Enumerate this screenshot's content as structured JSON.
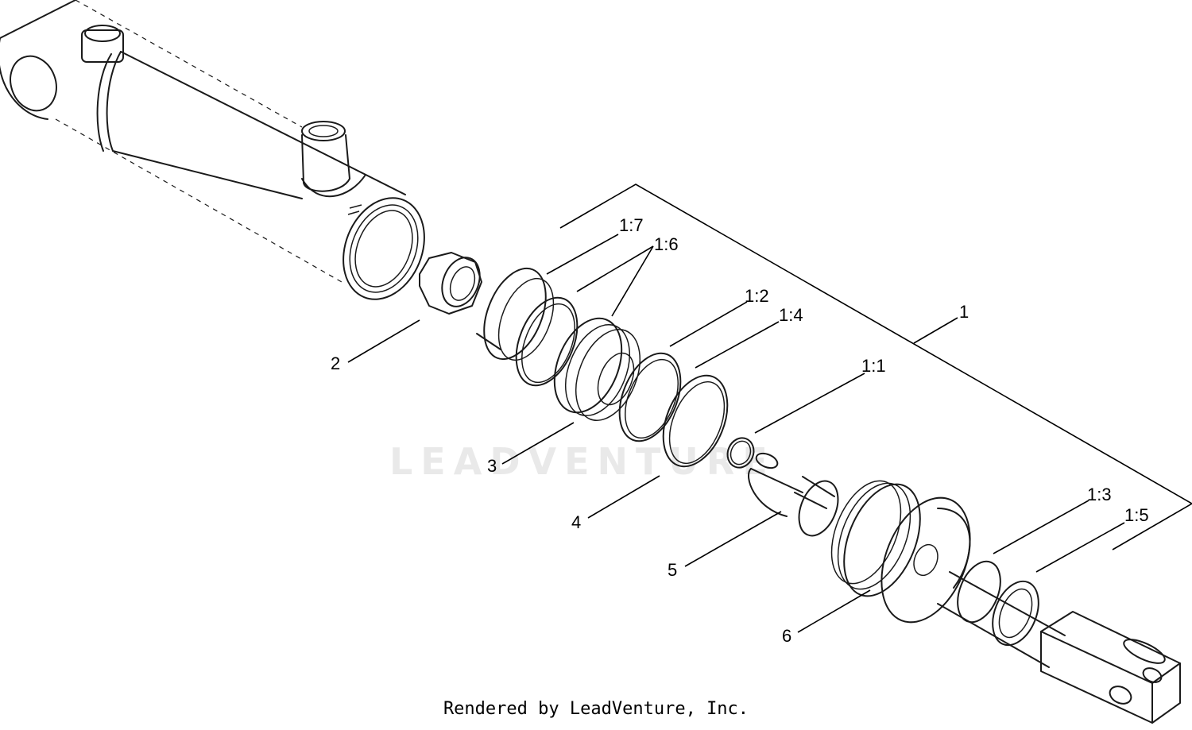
{
  "callouts": [
    {
      "id": "1",
      "label": "1"
    },
    {
      "id": "1-1",
      "label": "1:1"
    },
    {
      "id": "1-2",
      "label": "1:2"
    },
    {
      "id": "1-3",
      "label": "1:3"
    },
    {
      "id": "1-4",
      "label": "1:4"
    },
    {
      "id": "1-5",
      "label": "1:5"
    },
    {
      "id": "1-6",
      "label": "1:6"
    },
    {
      "id": "1-7",
      "label": "1:7"
    },
    {
      "id": "2",
      "label": "2"
    },
    {
      "id": "3",
      "label": "3"
    },
    {
      "id": "4",
      "label": "4"
    },
    {
      "id": "5",
      "label": "5"
    },
    {
      "id": "6",
      "label": "6"
    }
  ],
  "watermark": "LEADVENTURE",
  "footer": "Rendered by LeadVenture, Inc."
}
